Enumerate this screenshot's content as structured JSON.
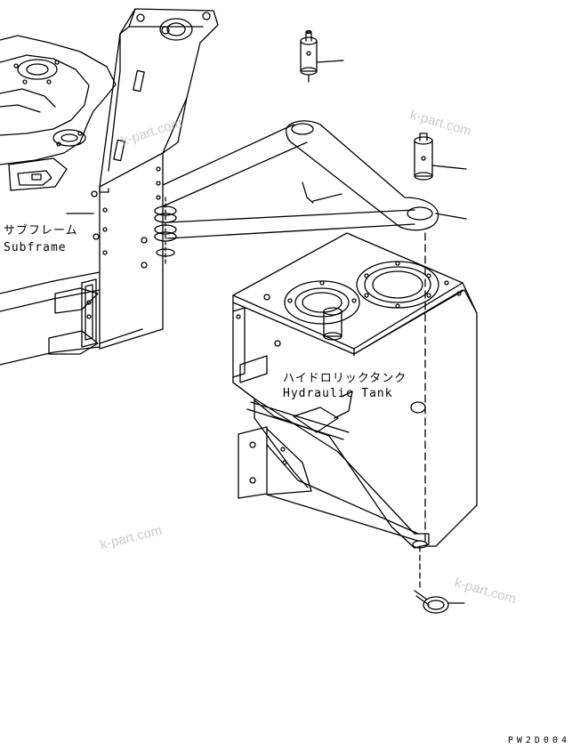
{
  "labels": {
    "subframe_jp": "サブフレーム",
    "subframe_en": "Subframe",
    "tank_jp": "ハイドロリックタンク",
    "tank_en": "Hydraulic Tank"
  },
  "watermarks": [
    "k-part.com",
    "k-part.com",
    "k-part.com",
    "k-part.com"
  ],
  "drawing_code": "PW2D004"
}
